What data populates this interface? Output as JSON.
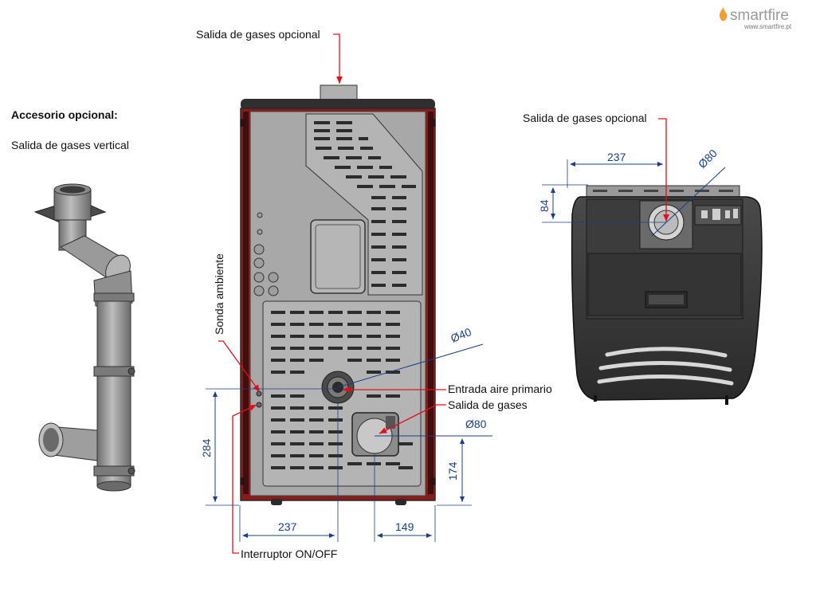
{
  "logo": {
    "brand": "smartfire",
    "url": "www.smartfire.pt",
    "accent_color": "#f0a030"
  },
  "accessory": {
    "title": "Accesorio opcional:",
    "subtitle": "Salida de gases vertical"
  },
  "back_view": {
    "labels": {
      "optional_outlet": "Salida de gases opcional",
      "room_sensor": "Sonda ambiente",
      "primary_air_inlet": "Entrada aire primario",
      "gas_outlet": "Salida de gases",
      "power_switch": "Interruptor ON/OFF"
    },
    "dimensions": {
      "air_inlet_diameter": "Ø40",
      "outlet_diameter": "Ø80",
      "height_air_inlet": "284",
      "height_outlet": "174",
      "offset_left": "237",
      "offset_right": "149"
    }
  },
  "top_view": {
    "labels": {
      "optional_outlet": "Salida de gases opcional"
    },
    "dimensions": {
      "offset": "237",
      "depth": "84",
      "diameter": "Ø80"
    }
  },
  "colors": {
    "leader_red": "#e0101a",
    "dimension_blue": "#1a3f8a",
    "stove_red": "#8b1a1a",
    "panel_grey": "#a8a8a8",
    "body_dark": "#3a3a3a"
  }
}
